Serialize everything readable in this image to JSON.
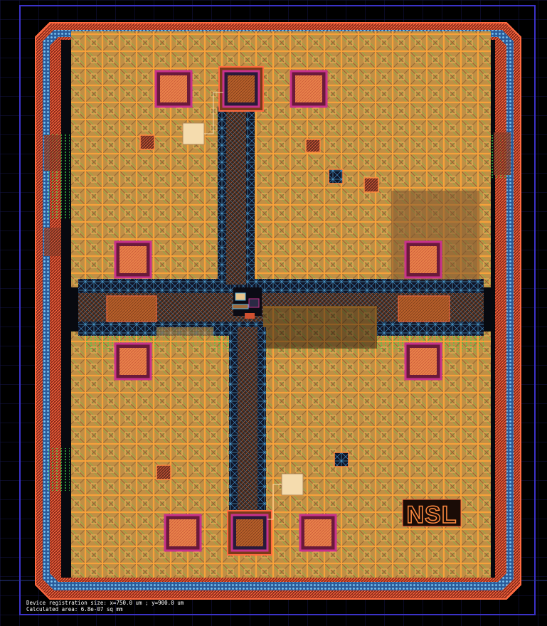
{
  "layout_view": {
    "logo_text": "NSL",
    "registration_label": "Device registration size: x=750.0 um ; y=900.0 um",
    "area_label": "Calculated area: 6.8e-07 sq mm",
    "colors": {
      "background": "#000000",
      "grid": "#16164a",
      "frame": "#3b32c8",
      "seal_red": "#d2462c",
      "seal_blue": "#4aa3e6",
      "metal_orange": "#f39a2c",
      "fill_tan": "#c49a4a",
      "hatch_green": "#39d24a",
      "pad_magenta": "#c8328c",
      "pad_orange": "#e9824a",
      "cyan_lines": "#5ab8e6",
      "probe_pad": "#f5dcae",
      "channel_dark": "#4a2a1e"
    },
    "bond_pads": [
      "pad-top-left",
      "pad-top-center",
      "pad-top-right",
      "pad-upper-left",
      "pad-upper-right",
      "pad-lower-left",
      "pad-lower-right",
      "pad-bottom-left",
      "pad-bottom-center",
      "pad-bottom-right"
    ]
  }
}
